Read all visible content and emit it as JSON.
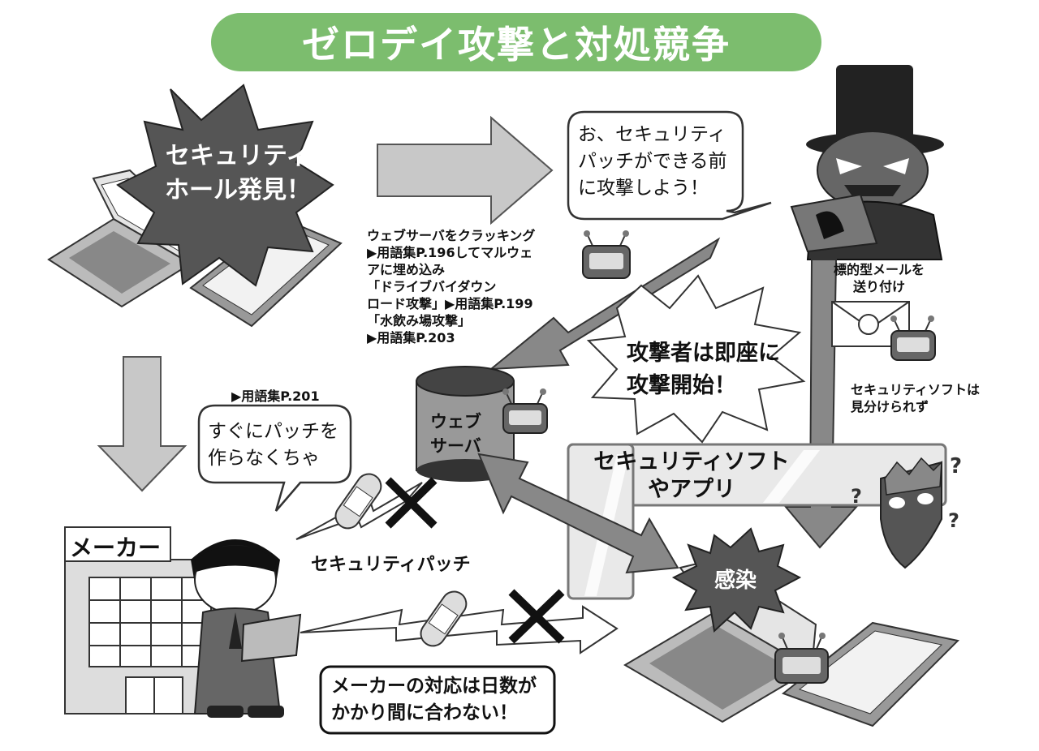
{
  "title": "ゼロデイ攻撃と対処競争",
  "burst_discovery": [
    "セキュリティ",
    "ホール発見！"
  ],
  "attacker_bubble": [
    "お、セキュリティ",
    "パッチができる前",
    "に攻撃しよう！"
  ],
  "attack_method_note": [
    "ウェブサーバをクラッキング",
    "▶用語集P.196してマルウェ",
    "アに埋め込み",
    "「ドライブバイダウン",
    "ロード攻撃」▶用語集P.199",
    "「水飲み場攻撃」",
    "▶用語集P.203"
  ],
  "targeted_mail_note": [
    "標的型メールを",
    "送り付け"
  ],
  "soft_cannot_detect_note": [
    "セキュリティソフトは",
    "見分けられず"
  ],
  "attacker_start_burst": [
    "攻撃者は即座に",
    "攻撃開始！"
  ],
  "glossary_ref": "▶用語集P.201",
  "maker_bubble": [
    "すぐにパッチを",
    "作らなくちゃ"
  ],
  "web_server_label": [
    "ウェブ",
    "サーバ"
  ],
  "security_soft_label": [
    "セキュリティソフト",
    "やアプリ"
  ],
  "maker_label": "メーカー",
  "security_patch_label": "セキュリティパッチ",
  "infection_label": "感染",
  "maker_late_box": [
    "メーカーの対応は日数が",
    "かかり間に合わない！"
  ],
  "icons": [
    "laptop-icon",
    "tablet-icon",
    "hacker-icon",
    "malware-bot-icon",
    "mail-icon",
    "server-icon",
    "building-icon",
    "engineer-icon",
    "patch-icon",
    "cross-icon",
    "shield-icon"
  ],
  "colors": {
    "title_bg": "#7cbd6e",
    "title_text": "#ffffff",
    "arrow_gray": "#bdbdbd",
    "dark_gray": "#555555"
  }
}
